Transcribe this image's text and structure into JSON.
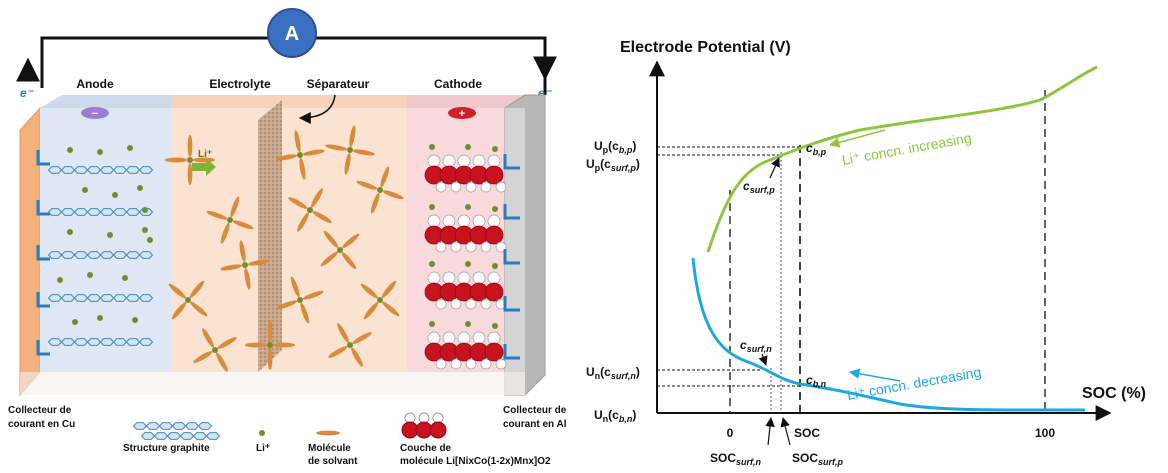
{
  "battery": {
    "ammeter": "A",
    "electron": "e⁻",
    "anode": "Anode",
    "electrolyte": "Electrolyte",
    "separator": "Séparateur",
    "cathode": "Cathode",
    "li_ion": "Li⁺",
    "anode_sign": "−",
    "cathode_sign": "+",
    "legend": {
      "collector_cu_1": "Collecteur de",
      "collector_cu_2": "courant en Cu",
      "graphite": "Structure graphite",
      "li": "Li⁺",
      "solvent_1": "Molécule",
      "solvent_2": "de solvant",
      "couche_1": "Couche de",
      "couche_2": "molécule Li[NixCo(1-2x)Mnx]O2",
      "collector_al_1": "Collecteur de",
      "collector_al_2": "courant en Al"
    },
    "colors": {
      "anode_bg": "#dfe7f5",
      "electrolyte_bg": "#fbe3d1",
      "cathode_bg": "#f8d9dc",
      "cu_collector": "#f3b27c",
      "al_collector": "#b8b8b8",
      "ammeter": "#3b6fc2",
      "li_dot": "#6f8f2f",
      "solvent": "#d98a3a",
      "oxide_red": "#c8121e",
      "arrow_blue": "#2b7bc4",
      "arrow_green": "#6aa02a"
    }
  },
  "chart": {
    "title": "Electrode Potential (V)",
    "x_axis_label": "SOC (%)",
    "tick_0": "0",
    "tick_100": "100",
    "soc_label": "SOC",
    "soc_surf_n": "SOC",
    "soc_surf_n_sub": "surf,n",
    "soc_surf_p": "SOC",
    "soc_surf_p_sub": "surf,p",
    "up_cbp": {
      "main": "U",
      "sub1": "p",
      "mid": "(c",
      "sub2": "b,p",
      "end": ")"
    },
    "up_csurfp": {
      "main": "U",
      "sub1": "p",
      "mid": "(c",
      "sub2": "surf,p",
      "end": ")"
    },
    "un_csurfn": {
      "main": "U",
      "sub1": "n",
      "mid": "(c",
      "sub2": "surf,n",
      "end": ")"
    },
    "un_cbn": {
      "main": "U",
      "sub1": "n",
      "mid": "(c",
      "sub2": "b,n",
      "end": ")"
    },
    "c_bp": {
      "main": "c",
      "sub": "b,p"
    },
    "c_surfp": {
      "main": "c",
      "sub": "surf,p"
    },
    "c_surfn": {
      "main": "c",
      "sub": "surf,n"
    },
    "c_bn": {
      "main": "c",
      "sub": "b,n"
    },
    "pos_annotation": "Li⁺ concn. increasing",
    "neg_annotation": "Li⁺ concn. decreasing",
    "colors": {
      "positive": "#8cc63f",
      "negative": "#1ea7e1"
    }
  }
}
